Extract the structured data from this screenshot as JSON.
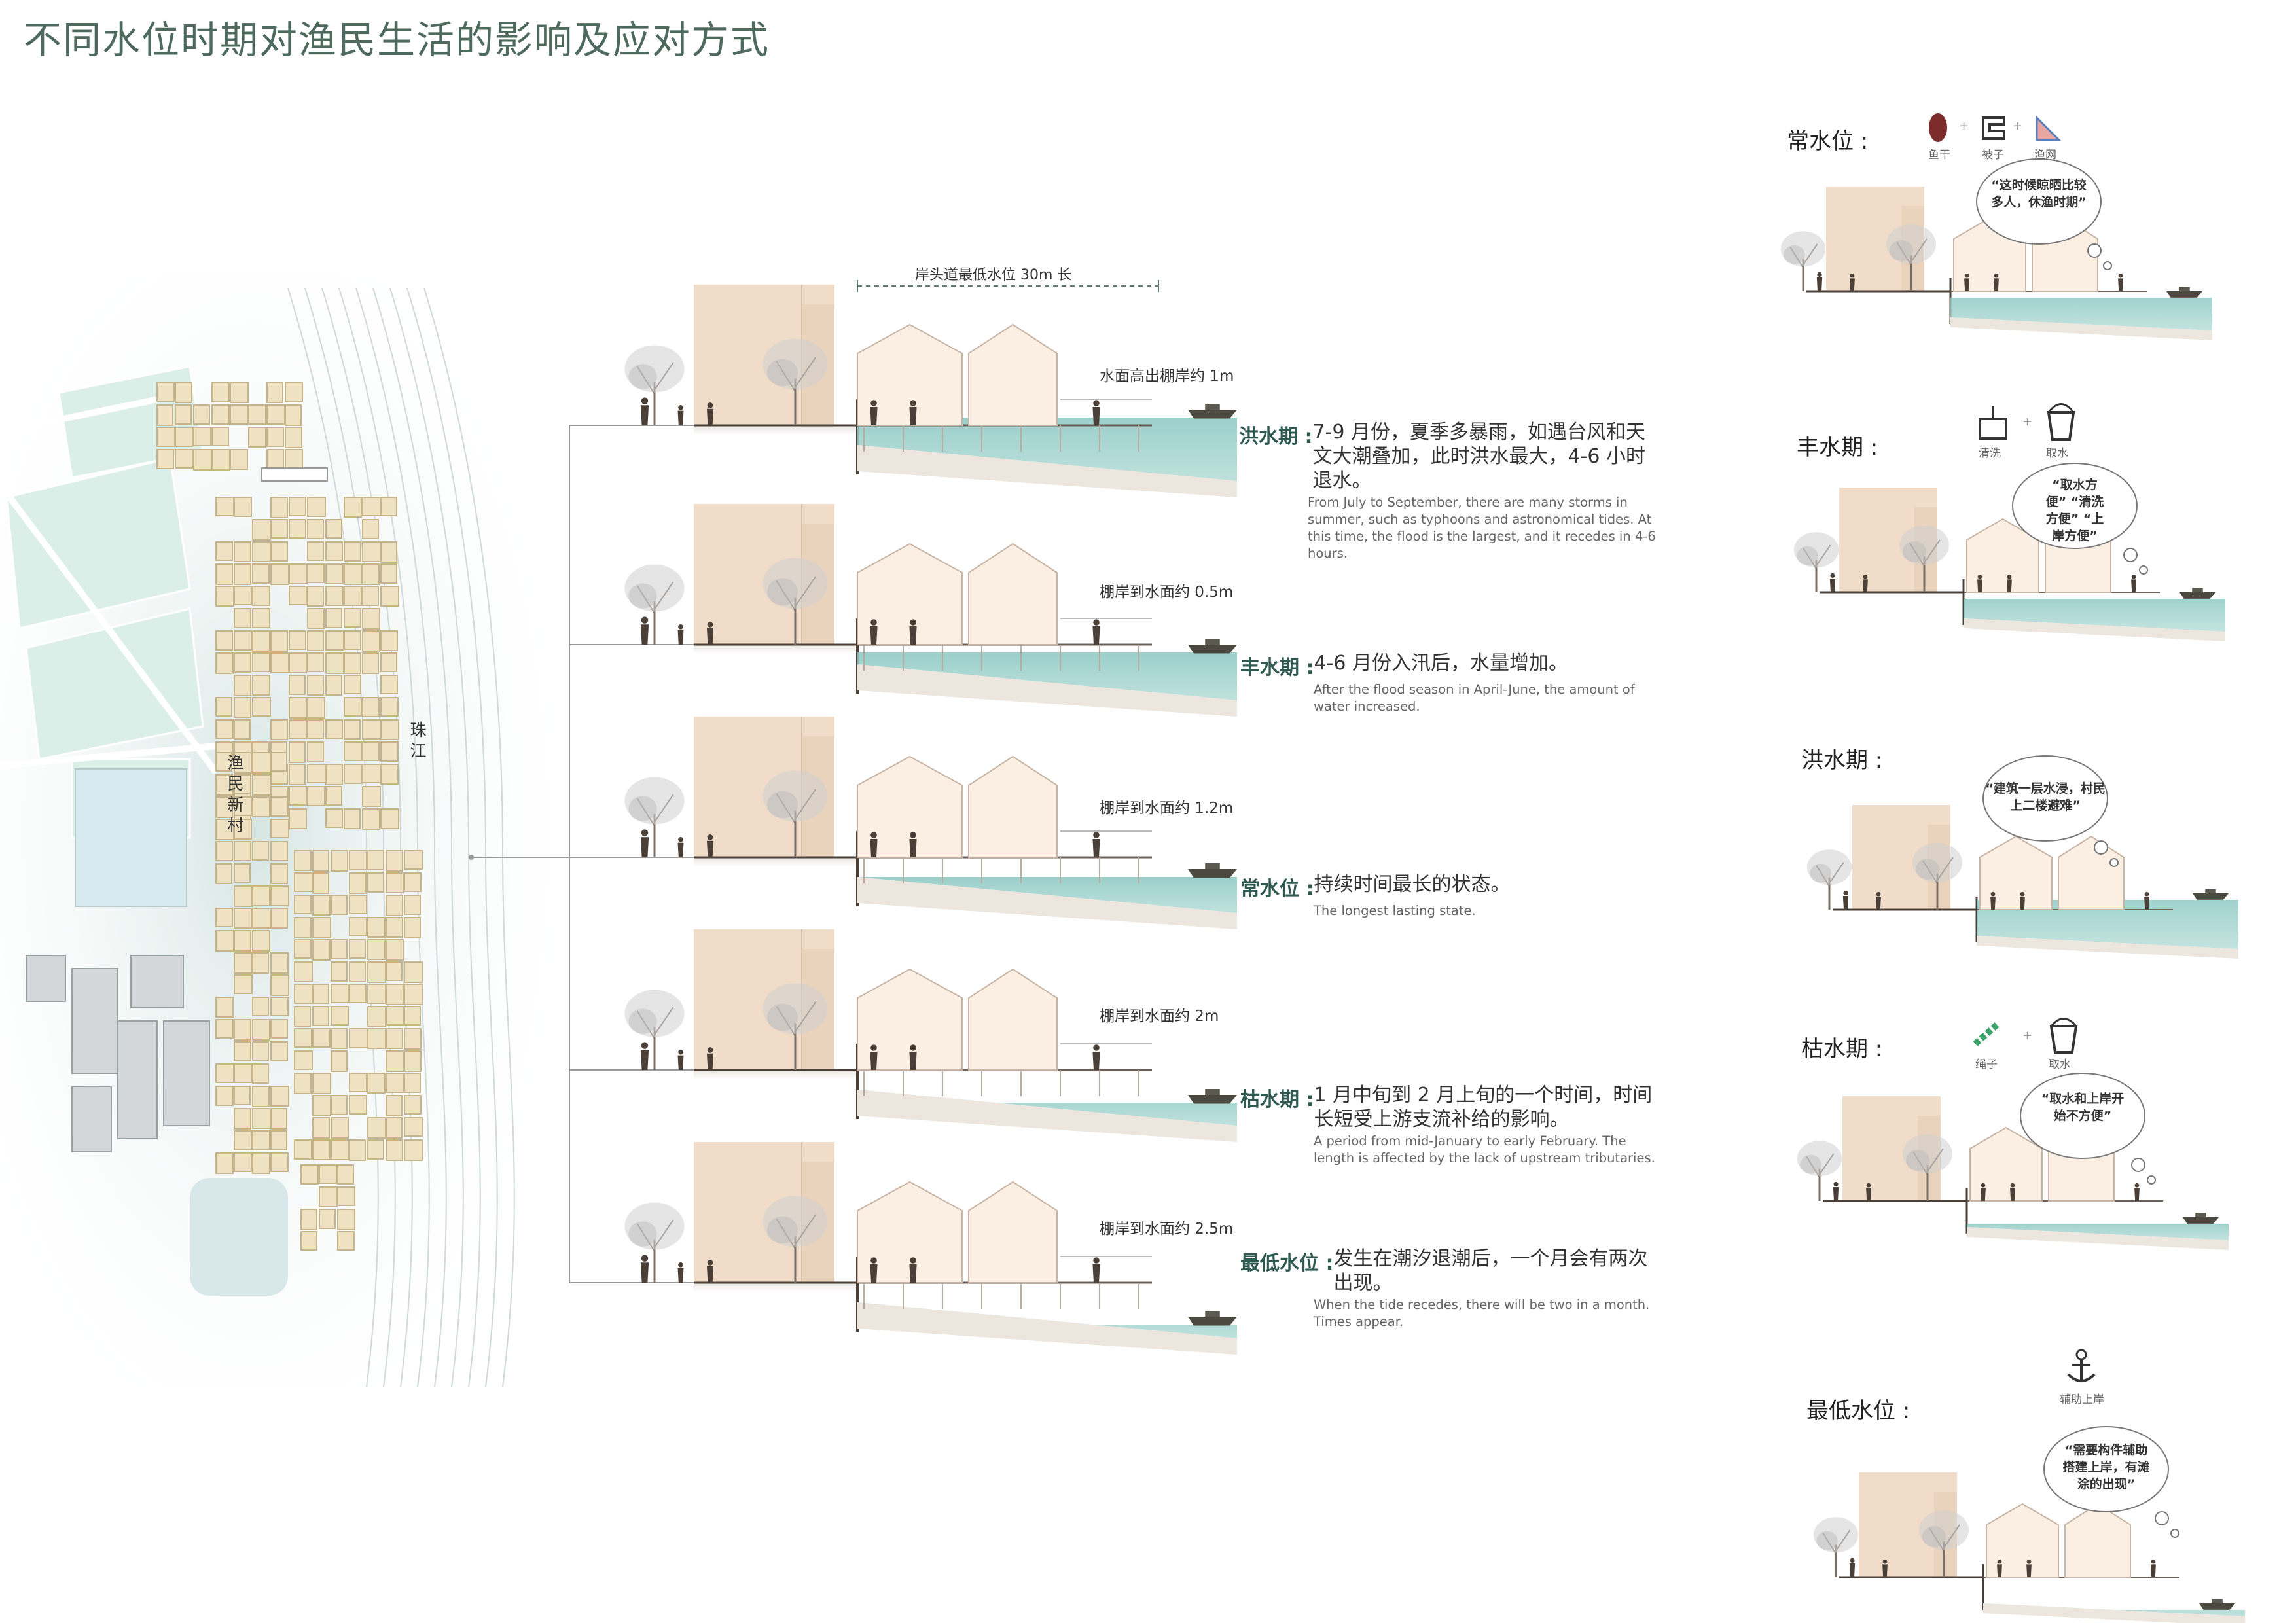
{
  "title": "不同水位时期对渔民生活的影响及应对方式",
  "map": {
    "river_label": "珠江",
    "village_label": "渔民新村"
  },
  "dimension_label": "岸头道最低水位 30m 长",
  "sections": [
    {
      "water_label": "水面高出棚岸约 1m",
      "name": "洪水期 :",
      "cn": "7-9 月份，夏季多暴雨，如遇台风和天文大潮叠加，此时洪水最大，4-6 小时退水。",
      "en": "From July to September, there are many storms in summer, such as typhoons and astronomical tides. At this time, the flood is the largest, and it recedes in 4-6 hours."
    },
    {
      "water_label": "棚岸到水面约 0.5m",
      "name": "丰水期 :",
      "cn": "4-6 月份入汛后，水量增加。",
      "en": "After the flood season in April-June, the amount of water increased."
    },
    {
      "water_label": "棚岸到水面约 1.2m",
      "name": "常水位 :",
      "cn": "持续时间最长的状态。",
      "en": "The longest lasting state."
    },
    {
      "water_label": "棚岸到水面约 2m",
      "name": "枯水期 :",
      "cn": "1 月中旬到 2 月上旬的一个时间，时间长短受上游支流补给的影响。",
      "en": "A period from mid-January to early February. The length is affected by the lack of upstream tributaries."
    },
    {
      "water_label": "棚岸到水面约 2.5m",
      "name": "最低水位 :",
      "cn": "发生在潮汐退潮后，一个月会有两次出现。",
      "en": "When the tide recedes, there will be two in a month. Times appear."
    }
  ],
  "right_panels": [
    {
      "title": "常水位 :",
      "icons": [
        {
          "name": "dried-fish-icon",
          "label": "鱼干"
        },
        {
          "name": "quilt-icon",
          "label": "被子"
        },
        {
          "name": "fishing-net-icon",
          "label": "渔网"
        }
      ],
      "bubble": "“这时候晾晒比较多人，休渔时期”"
    },
    {
      "title": "丰水期 :",
      "icons": [
        {
          "name": "brush-icon",
          "label": "清洗"
        },
        {
          "name": "bucket-icon",
          "label": "取水"
        }
      ],
      "bubble": "“取水方便” “清洗方便” “上岸方便”"
    },
    {
      "title": "洪水期 :",
      "icons": [],
      "bubble": "“建筑一层水浸，村民上二楼避难”"
    },
    {
      "title": "枯水期 :",
      "icons": [
        {
          "name": "rope-icon",
          "label": "绳子"
        },
        {
          "name": "bucket-icon",
          "label": "取水"
        }
      ],
      "bubble": "“取水和上岸开始不方便”"
    },
    {
      "title": "最低水位 :",
      "icons": [
        {
          "name": "anchor-icon",
          "label": "辅助上岸"
        }
      ],
      "bubble": "“需要构件辅助搭建上岸，有滩涂的出现”"
    }
  ],
  "colors": {
    "title": "#4e6a5e",
    "water": "#7fbfb9",
    "building": "#f0dcc8",
    "house": "#fbeee3",
    "map_building": "#efe2c2",
    "green_field": "#dbeee7"
  }
}
